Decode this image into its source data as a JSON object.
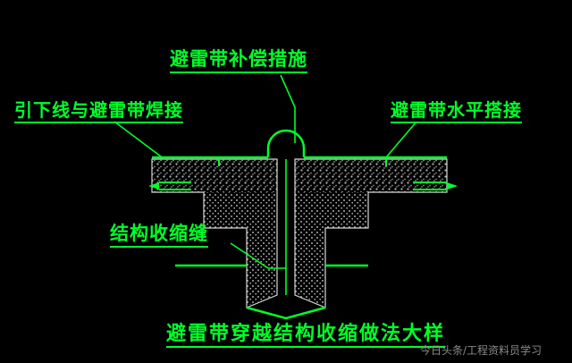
{
  "diagram": {
    "title": "避雷带穿越结构收缩做法大样",
    "background_color": "#000000",
    "line_color": "#00ff2a",
    "concrete_hatch_color": "#9a9a9a",
    "labels": [
      {
        "id": "compensation",
        "text": "避雷带补偿措施"
      },
      {
        "id": "downlead",
        "text": "引下线与避雷带焊接"
      },
      {
        "id": "horizontal",
        "text": "避雷带水平搭接"
      },
      {
        "id": "shrinkjoint",
        "text": "结构收缩缝"
      }
    ],
    "watermark": "今日头条/工程资料员学习"
  }
}
